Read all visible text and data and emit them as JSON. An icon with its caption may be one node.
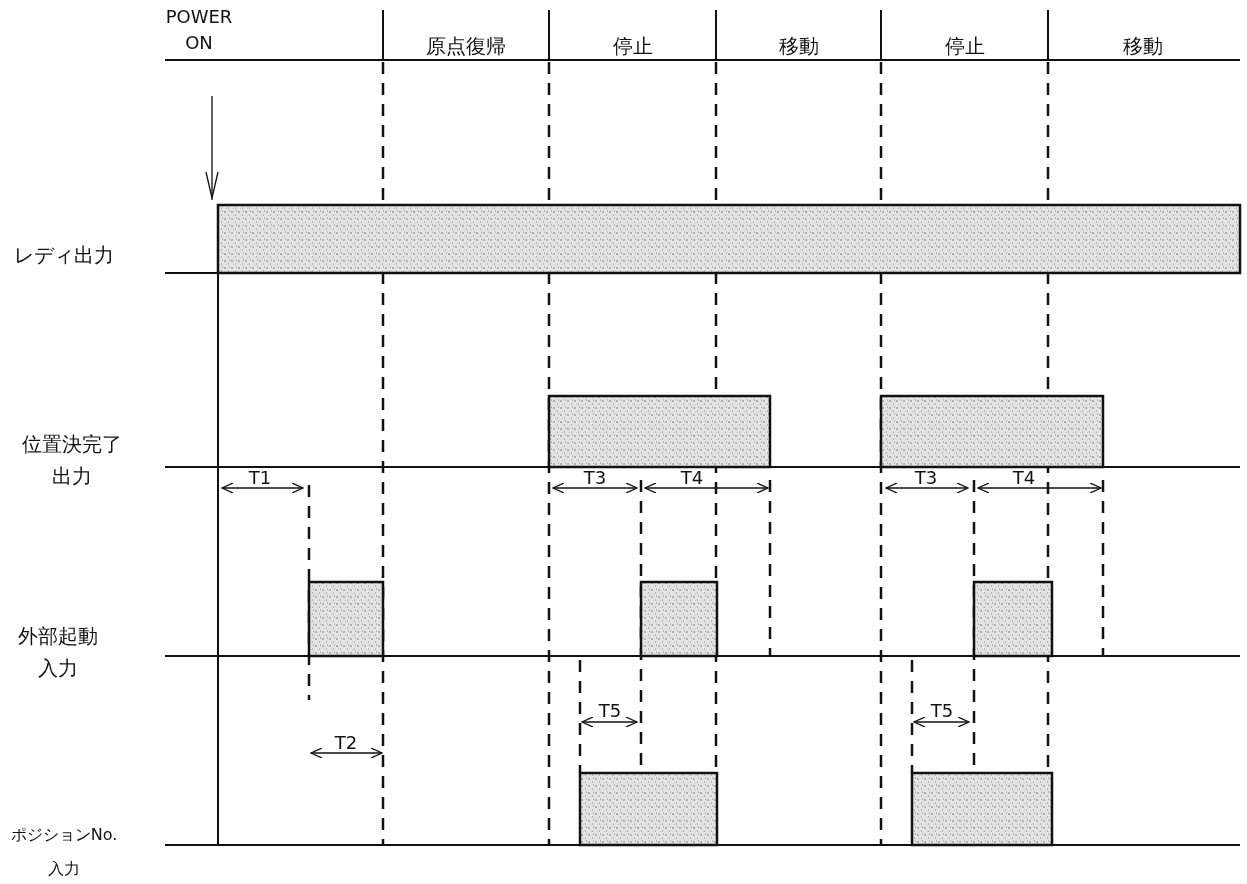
{
  "diagram": {
    "labels": [
      "POWER ON",
      "原点復帰",
      "停止",
      "移動",
      "停止",
      "移動",
      "レディ出力",
      "位置決完了出力",
      "外部起動入力",
      "ポジションNo.入力",
      "T1",
      "T3",
      "T4",
      "T3",
      "T4",
      "T2",
      "T5",
      "T5"
    ]
  }
}
